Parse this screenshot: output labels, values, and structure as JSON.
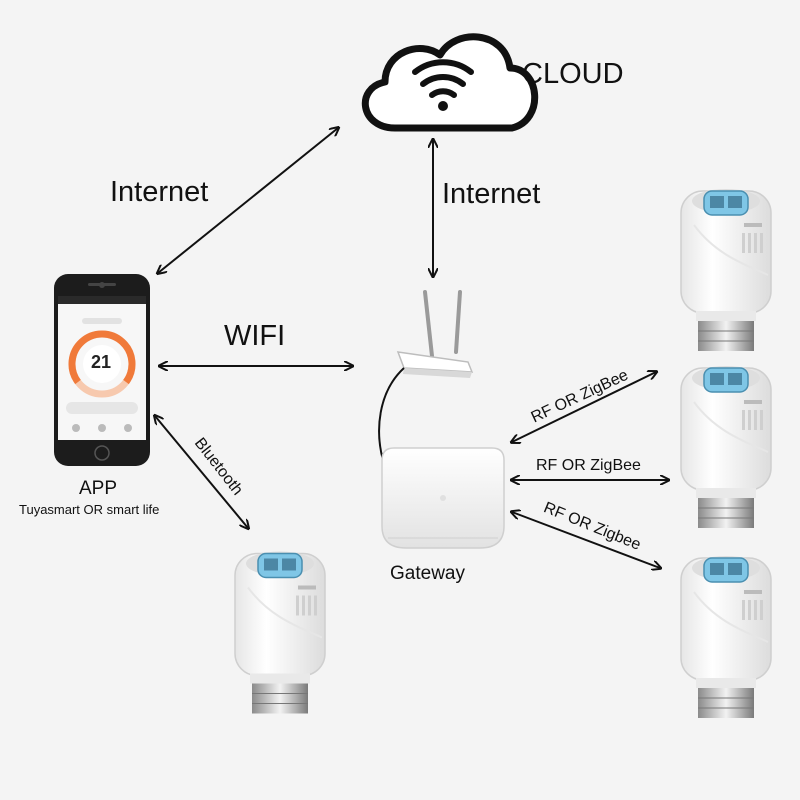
{
  "cloud": {
    "label": "CLOUD",
    "icon": "wifi-icon"
  },
  "links": {
    "internet_left": "Internet",
    "internet_right": "Internet",
    "wifi": "WIFI",
    "bluetooth": "Bluetooth",
    "rf_top": "RF OR ZigBee",
    "rf_mid": "RF OR ZigBee",
    "rf_bottom": "RF OR Zigbee"
  },
  "app": {
    "label": "APP",
    "sublabel": "Tuyasmart OR smart life",
    "screen": {
      "temperature": "21"
    }
  },
  "gateway": {
    "label": "Gateway"
  },
  "colors": {
    "arrow": "#111111",
    "device_body": "#ffffff",
    "lcd": "#7fc6e6",
    "gauge": "#f07a3a"
  }
}
